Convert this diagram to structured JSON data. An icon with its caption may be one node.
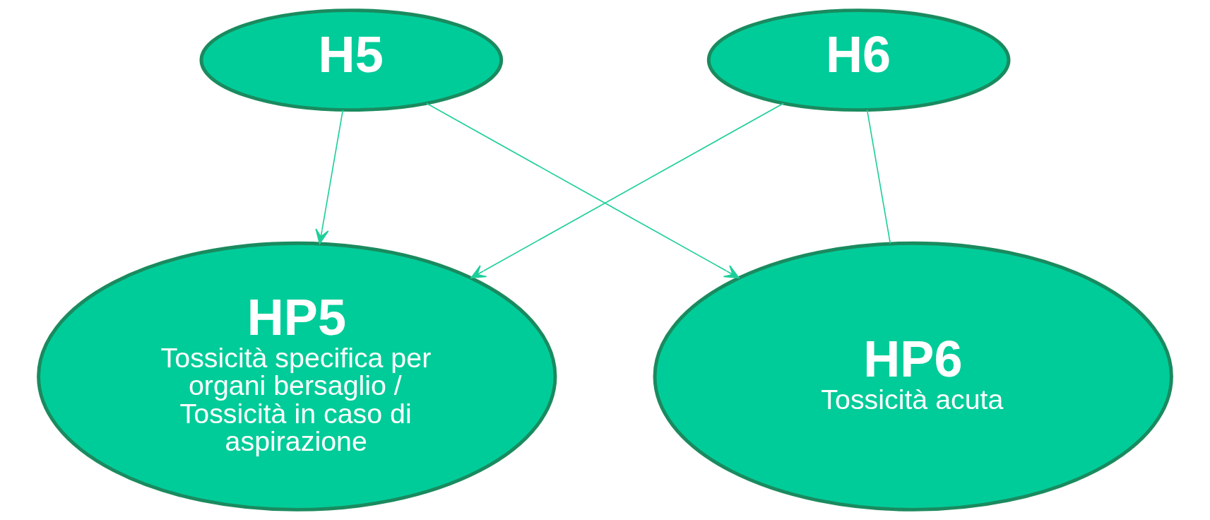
{
  "diagram": {
    "nodes": [
      {
        "text": [
          "H5"
        ]
      },
      {
        "text": [
          "H6"
        ]
      },
      {
        "text": [
          "HP5",
          "Tossicità specifica per organi bersaglio / Tossicità in caso di aspirazione"
        ]
      },
      {
        "text": [
          "HP6",
          "Tossicità acuta"
        ]
      }
    ],
    "edges": [
      {
        "from": 0,
        "to": 2,
        "arrow": "to"
      },
      {
        "from": 0,
        "to": 3,
        "arrow": "to"
      },
      {
        "from": 1,
        "to": 2,
        "arrow": "to"
      },
      {
        "from": 1,
        "to": 3,
        "arrow": "none"
      }
    ]
  }
}
